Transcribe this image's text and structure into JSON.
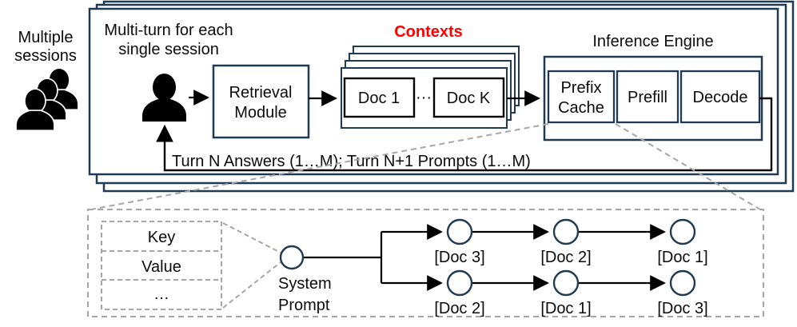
{
  "colors": {
    "box_outline_navy": "#1f3a52",
    "inner_box_black": "#000000",
    "contexts_red": "#ff0000",
    "callout_dash_gray": "#a6a6a6",
    "text_black": "#0b0b0b"
  },
  "left_panel": {
    "label_line1": "Multiple",
    "label_line2": "sessions"
  },
  "session_box": {
    "title_line1": "Multi-turn for each",
    "title_line2": "single session"
  },
  "retrieval_module": {
    "line1": "Retrieval",
    "line2": "Module"
  },
  "contexts": {
    "title": "Contexts",
    "doc_first": "Doc 1",
    "ellipsis": "···",
    "doc_last": "Doc K"
  },
  "inference_engine": {
    "title": "Inference Engine",
    "stages": [
      {
        "line1": "Prefix",
        "line2": "Cache"
      },
      {
        "line1": "Prefill"
      },
      {
        "line1": "Decode"
      }
    ]
  },
  "feedback": {
    "label": "Turn N Answers (1…M); Turn N+1 Prompts (1…M)"
  },
  "kv_cache": {
    "table_rows": [
      "Key",
      "Value",
      "…"
    ],
    "root_line1": "System",
    "root_line2": "Prompt",
    "top_chain": [
      "[Doc 3]",
      "[Doc 2]",
      "[Doc 1]"
    ],
    "bottom_chain": [
      "[Doc 2]",
      "[Doc 1]",
      "[Doc 3]"
    ]
  }
}
